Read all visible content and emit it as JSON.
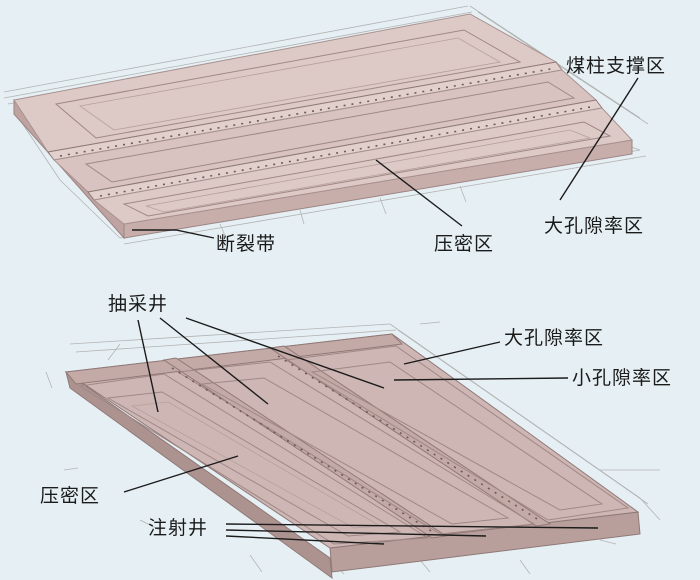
{
  "top_model": {
    "labels": {
      "coal_pillar_zone": "煤柱支撑区",
      "high_porosity_zone": "大孔隙率区",
      "fracture_zone": "断裂带",
      "compaction_zone": "压密区"
    }
  },
  "bottom_model": {
    "labels": {
      "extraction_wells": "抽采井",
      "high_porosity_zone": "大孔隙率区",
      "low_porosity_zone": "小孔隙率区",
      "compaction_zone": "压密区",
      "injection_wells": "注射井"
    }
  }
}
